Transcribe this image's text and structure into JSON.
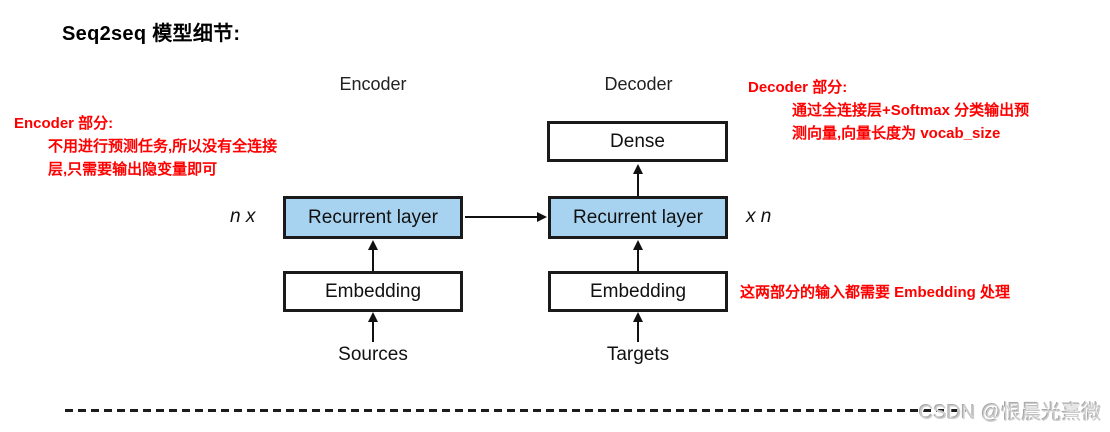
{
  "title": "Seq2seq 模型细节:",
  "diagram": {
    "encoder_label": "Encoder",
    "decoder_label": "Decoder",
    "dense_box": "Dense",
    "recurrent_box": "Recurrent layer",
    "embedding_box": "Embedding",
    "left_multiplier": "n x",
    "right_multiplier": "x n",
    "sources_label": "Sources",
    "targets_label": "Targets",
    "colors": {
      "recurrent_fill": "#a8d3f0",
      "box_border": "#1a1a1a",
      "annotation_red": "#fe0000"
    }
  },
  "annotations": {
    "encoder": {
      "heading": "Encoder 部分:",
      "lines": [
        "不用进行预测任务,所以没有全连接",
        "层,只需要输出隐变量即可"
      ]
    },
    "decoder": {
      "heading": "Decoder 部分:",
      "lines": [
        "通过全连接层+Softmax 分类输出预",
        "测向量,向量长度为 vocab_size"
      ]
    },
    "embedding_note": "这两部分的输入都需要 Embedding 处理"
  },
  "watermark": "CSDN @恨晨光熹微"
}
